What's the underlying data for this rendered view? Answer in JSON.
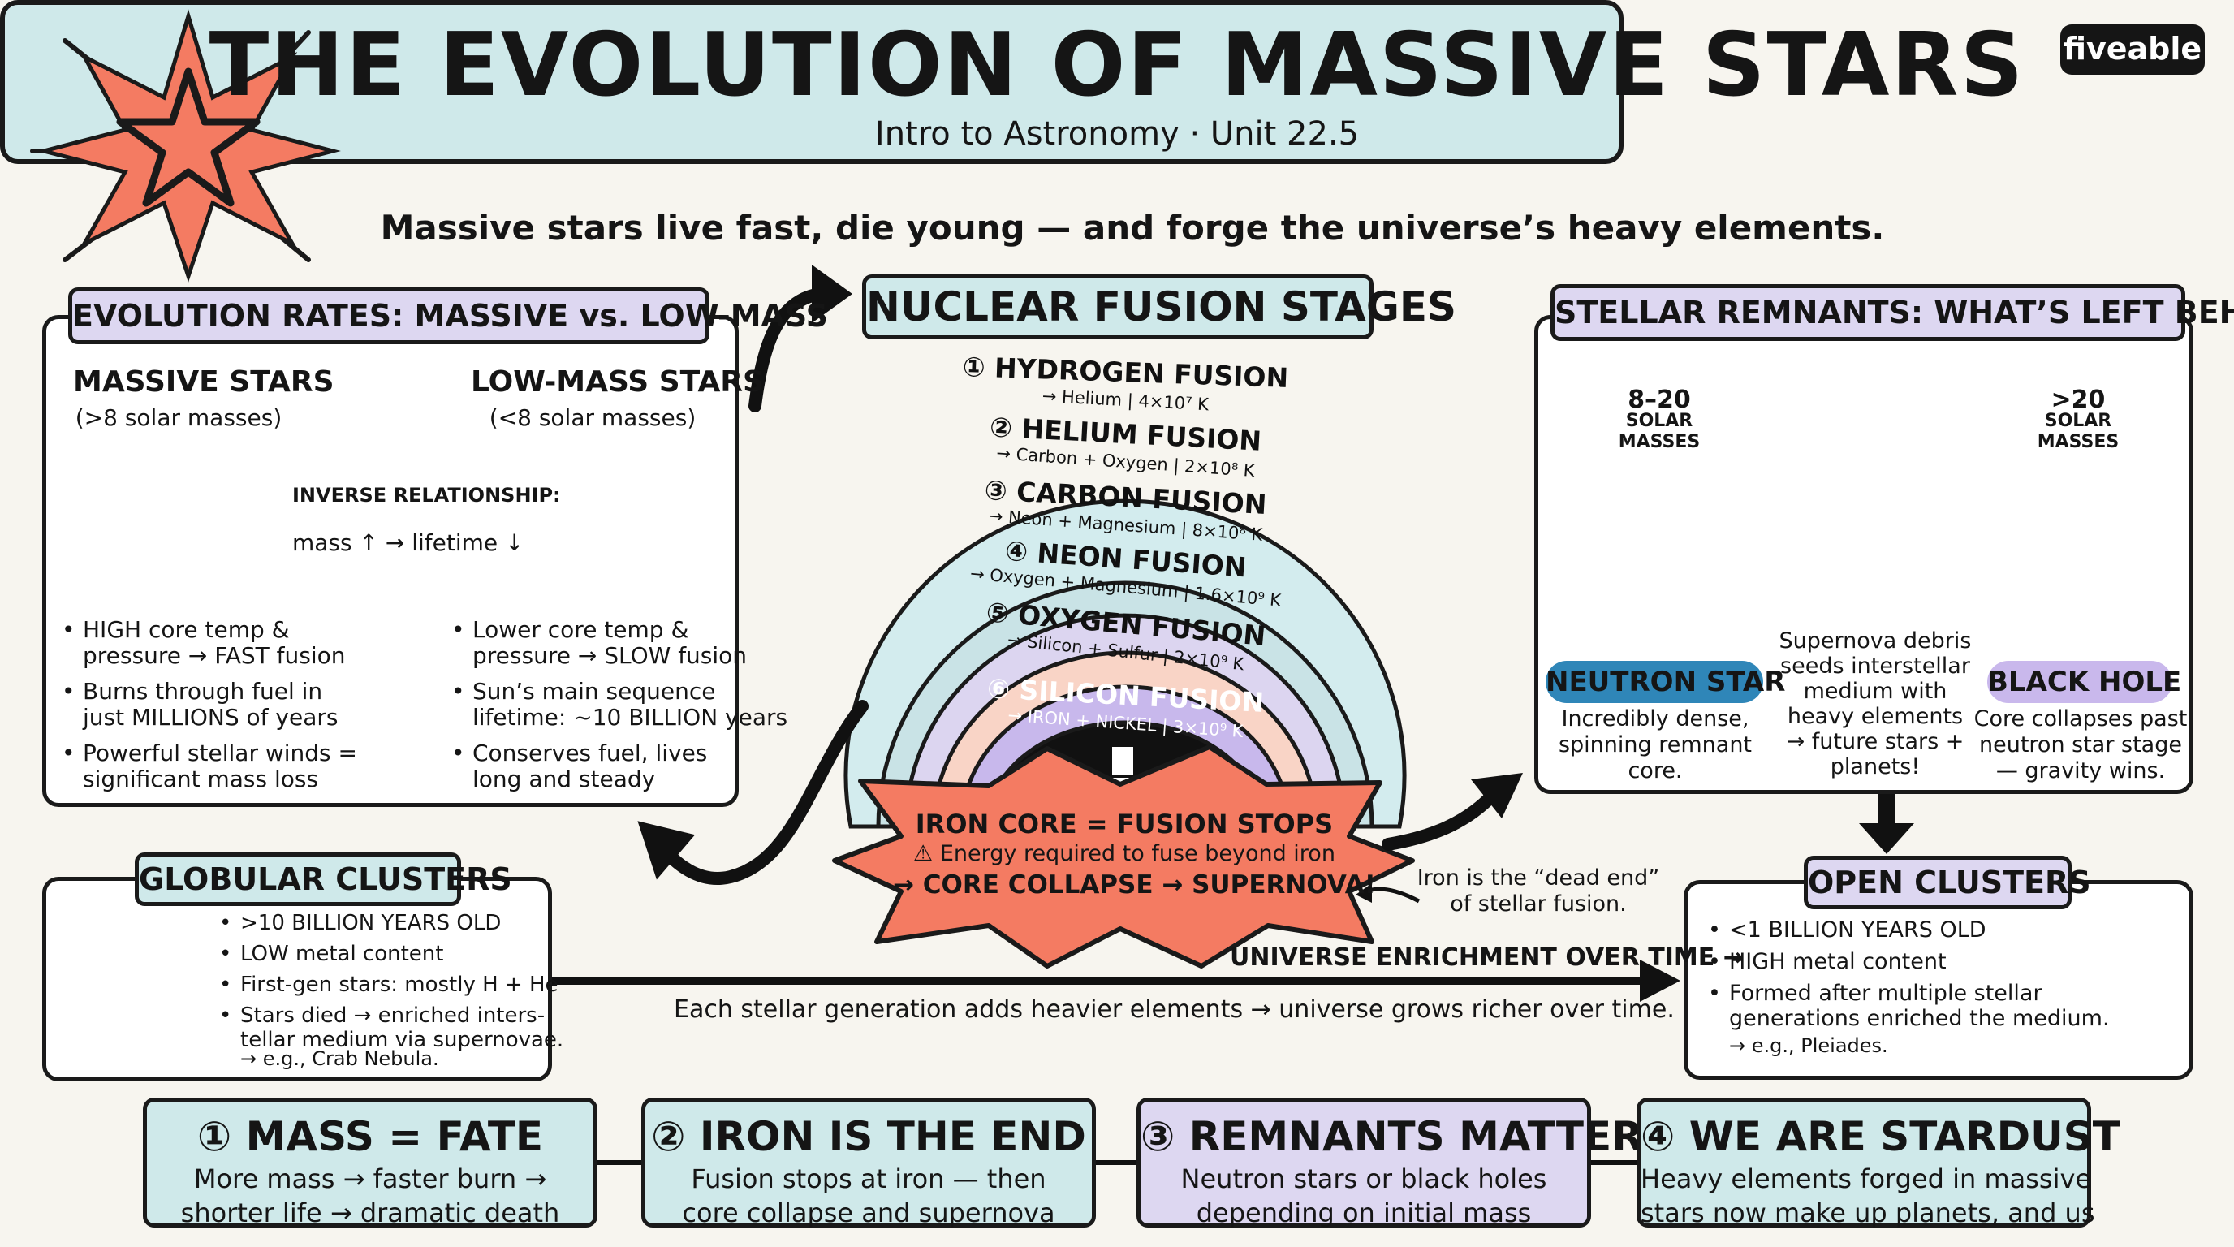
{
  "header": {
    "title": "THE EVOLUTION OF MASSIVE STARS",
    "subtitle": "Intro to Astronomy · Unit 22.5",
    "tagline": "Massive stars live fast, die young — and forge the universe’s heavy elements.",
    "logo": "fiveable"
  },
  "evolution": {
    "heading": "EVOLUTION RATES: MASSIVE vs. LOW-MASS",
    "massive_title": "MASSIVE STARS",
    "massive_sub": "(>8 solar masses)",
    "low_title": "LOW-MASS STARS",
    "low_sub": "(<8 solar masses)",
    "inverse_label": "INVERSE RELATIONSHIP:",
    "inverse_formula": "mass ↑ → lifetime ↓",
    "massive_points": [
      [
        "HIGH core temp &",
        "pressure → FAST fusion"
      ],
      [
        "Burns through fuel in",
        "just MILLIONS of years"
      ],
      [
        "Powerful stellar winds =",
        "significant mass loss"
      ]
    ],
    "low_points": [
      [
        "Lower core temp &",
        "pressure → SLOW fusion"
      ],
      [
        "Sun’s main sequence",
        "lifetime: ~10 BILLION years"
      ],
      [
        "Conserves fuel, lives",
        "long and steady"
      ]
    ]
  },
  "fusion": {
    "heading": "NUCLEAR FUSION STAGES",
    "stages": [
      {
        "title": "① HYDROGEN FUSION",
        "detail": "→ Helium | 4×10⁷ K",
        "color": "#d3ecee"
      },
      {
        "title": "② HELIUM FUSION",
        "detail": "→ Carbon + Oxygen | 2×10⁸ K",
        "color": "#c9e3e6"
      },
      {
        "title": "③ CARBON FUSION",
        "detail": "→ Neon + Magnesium | 8×10⁸ K",
        "color": "#dcd5f0"
      },
      {
        "title": "④ NEON FUSION",
        "detail": "→ Oxygen + Magnesium | 1.6×10⁹ K",
        "color": "#f9d4c6"
      },
      {
        "title": "⑤ OXYGEN FUSION",
        "detail": "→ Silicon + Sulfur | 2×10⁹ K",
        "color": "#c8b8ec"
      },
      {
        "title": "⑥ SILICON FUSION",
        "detail": "→ IRON + NICKEL | 3×10⁹ K",
        "color": "#111111"
      }
    ],
    "iron_title": "IRON CORE = FUSION STOPS",
    "iron_warning": "⚠ Energy required to fuse beyond iron",
    "iron_result": "→ CORE COLLAPSE → SUPERNOVA!",
    "note": [
      "Iron is the “dead end”",
      "of stellar fusion."
    ]
  },
  "remnants": {
    "heading": "STELLAR REMNANTS: WHAT’S LEFT BEHIND",
    "mass_low": [
      "8–20",
      "SOLAR",
      "MASSES"
    ],
    "mass_high": [
      ">20",
      "SOLAR",
      "MASSES"
    ],
    "neutron_label": "NEUTRON STAR",
    "neutron_desc": [
      "Incredibly dense,",
      "spinning remnant",
      "core."
    ],
    "debris_desc": [
      "Supernova debris",
      "seeds interstellar",
      "medium with",
      "heavy elements",
      "→ future stars +",
      "planets!"
    ],
    "blackhole_label": "BLACK HOLE",
    "blackhole_desc": [
      "Core collapses past",
      "neutron star stage",
      "— gravity wins."
    ],
    "colors": {
      "neutron": "#2f86b8",
      "blackhole": "#c9b8ec",
      "nebula": "#f4a190"
    }
  },
  "globular": {
    "heading": "GLOBULAR CLUSTERS",
    "points": [
      [
        ">10 BILLION YEARS OLD"
      ],
      [
        "LOW metal content"
      ],
      [
        "First-gen stars: mostly H + He"
      ],
      [
        "Stars died → enriched inters-",
        "tellar medium via supernovae."
      ]
    ],
    "example": "→ e.g., Crab Nebula."
  },
  "open": {
    "heading": "OPEN CLUSTERS",
    "points": [
      [
        "<1 BILLION YEARS OLD"
      ],
      [
        "HIGH metal content"
      ],
      [
        "Formed after multiple stellar",
        "generations enriched the medium."
      ]
    ],
    "example": "→ e.g., Pleiades."
  },
  "timeline": {
    "top": "UNIVERSE ENRICHMENT OVER TIME →",
    "bottom": "Each stellar generation adds heavier elements → universe grows richer over time."
  },
  "takeaways": [
    {
      "title": "① MASS = FATE",
      "lines": [
        "More mass → faster burn →",
        "shorter life → dramatic death"
      ],
      "color": "#cfe9ea"
    },
    {
      "title": "② IRON IS THE END",
      "lines": [
        "Fusion stops at iron — then",
        "core collapse and supernova"
      ],
      "color": "#cfe9ea"
    },
    {
      "title": "③ REMNANTS MATTER",
      "lines": [
        "Neutron stars or black holes",
        "depending on initial mass"
      ],
      "color": "#ddd7f1"
    },
    {
      "title": "④ WE ARE STARDUST",
      "lines": [
        "Heavy elements forged in massive",
        "stars now make up planets, and us"
      ],
      "color": "#cfe9ea"
    }
  ],
  "colors": {
    "accent": "#f47b62",
    "teal": "#cfe9ea",
    "lavender": "#ddd7f1",
    "blue_star": "#3b8fc8"
  }
}
